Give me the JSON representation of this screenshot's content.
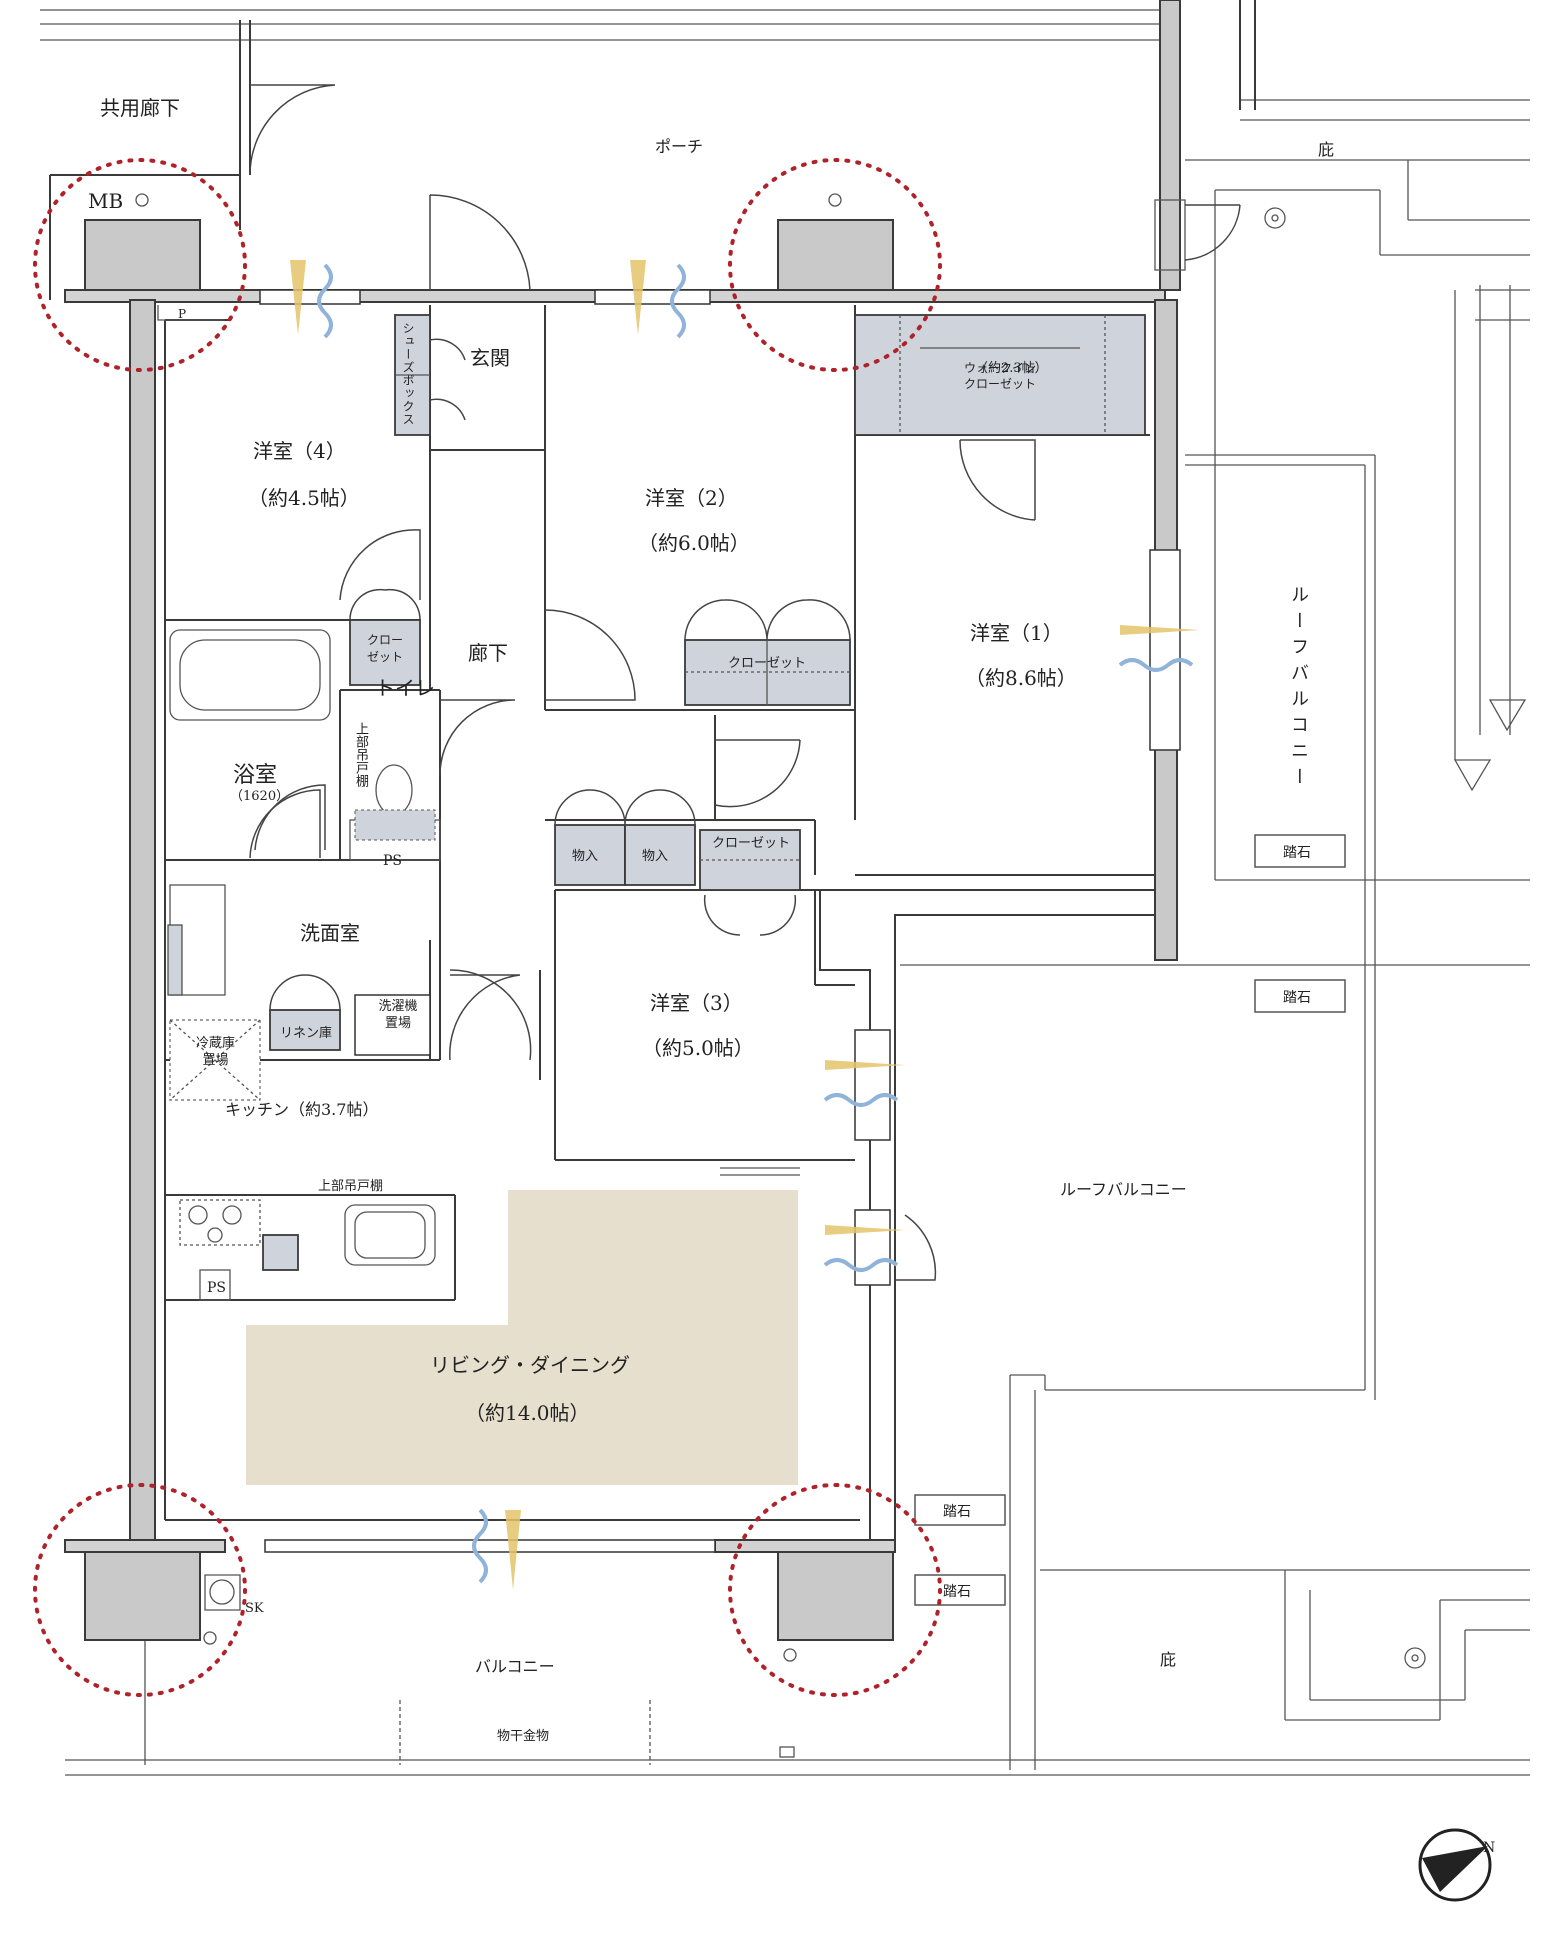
{
  "rooms": {
    "corridor_common": "共用廊下",
    "porch": "ポーチ",
    "mb": "MB",
    "eaves_top": "庇",
    "eaves_bottom": "庇",
    "p_mark": "P",
    "entrance": "玄関",
    "shoes_box": "シューズボックス",
    "walkin_closet": "ウォークイン\nクローゼット",
    "walkin_size": "（約2.3帖）",
    "western4": "洋室（4）",
    "western4_size": "（約4.5帖）",
    "western2": "洋室（2）",
    "western2_size": "（約6.0帖）",
    "western1": "洋室（1）",
    "western1_size": "（約8.6帖）",
    "western3": "洋室（3）",
    "western3_size": "（約5.0帖）",
    "closet_small": "クロー\nゼット",
    "closet": "クローゼット",
    "closet_w3": "クローゼット",
    "hallway": "廊下",
    "toilet": "トイレ",
    "upper_cabinet": "上部吊戸棚",
    "bath": "浴室",
    "bath_size": "（1620）",
    "ps1": "PS",
    "ps2": "PS",
    "storage1": "物入",
    "storage2": "物入",
    "washroom": "洗面室",
    "linen": "リネン庫",
    "washer": "洗濯機\n置場",
    "fridge": "冷蔵庫\n置場",
    "kitchen": "キッチン（約3.7帖）",
    "upper_cabinet_kitchen": "上部吊戸棚",
    "living": "リビング・ダイニング",
    "living_size": "（約14.0帖）",
    "balcony": "バルコニー",
    "sk": "SK",
    "laundry_hardware": "物干金物",
    "roof_balcony_v": "ルーフバルコニー",
    "roof_balcony": "ルーフバルコニー",
    "stepping_stone": "踏石"
  },
  "north_mark": "N",
  "colors": {
    "highlight_circle": "#b0222a",
    "living_floor": "#e6dfcd",
    "storage_fill": "#cfd3dc",
    "wall_fill": "#c9c9c9",
    "airflow_warm": "#e4c36a",
    "airflow_cool": "#8fb3d9"
  }
}
